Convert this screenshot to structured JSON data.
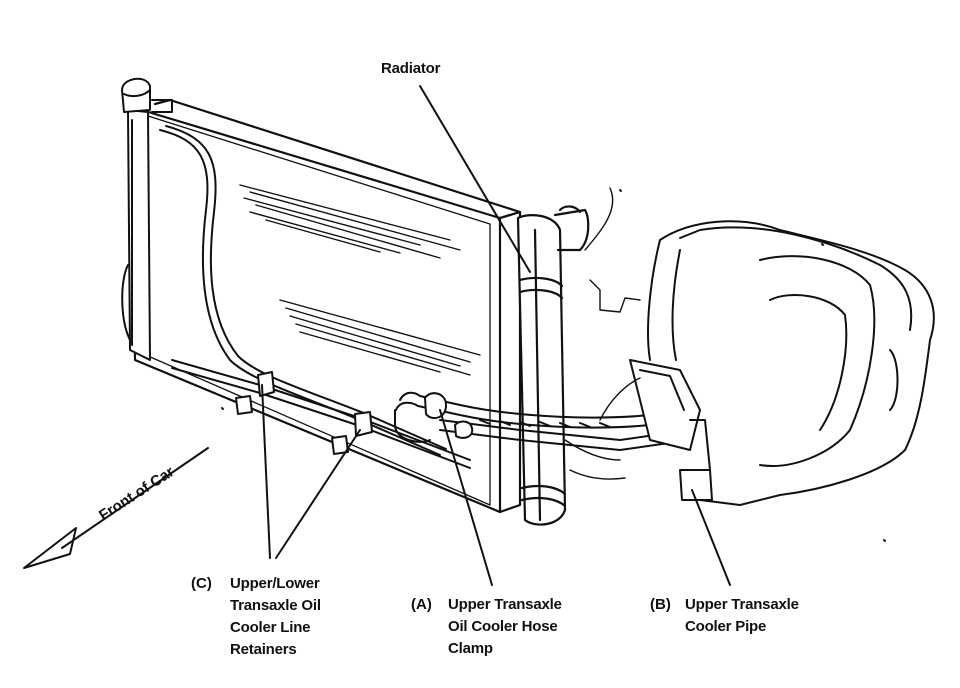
{
  "labels": {
    "radiator": "Radiator",
    "front_of_car": "Front of Car",
    "c_key": "(C)",
    "c_text": "Upper/Lower\nTransaxle Oil\nCooler Line\nRetainers",
    "a_key": "(A)",
    "a_text": "Upper Transaxle\nOil Cooler Hose\nClamp",
    "b_key": "(B)",
    "b_text": "Upper Transaxle\nCooler Pipe"
  }
}
